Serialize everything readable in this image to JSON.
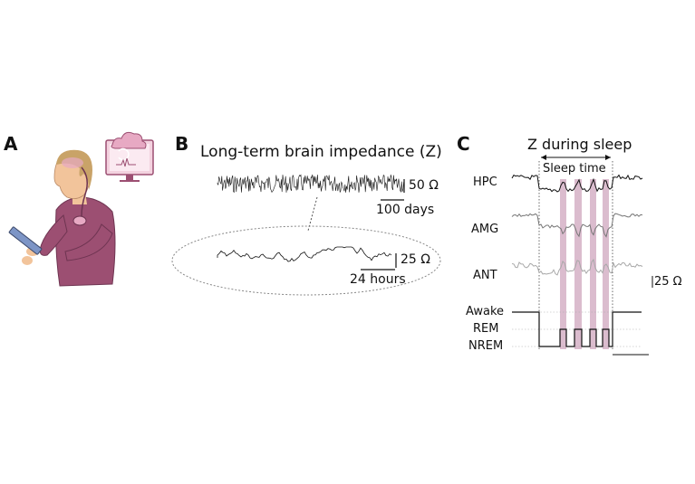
{
  "panels": {
    "a": {
      "letter": "A"
    },
    "b": {
      "letter": "B",
      "title": "Long-term brain impedance (Z)",
      "scale_ohm_long": "50 Ω",
      "scale_time_long": "100 days",
      "scale_ohm_short": "25 Ω",
      "scale_time_short": "24 hours"
    },
    "c": {
      "letter": "C",
      "title": "Z during sleep",
      "sleep_time_label": "Sleep time",
      "channels": [
        "HPC",
        "AMG",
        "ANT"
      ],
      "stages": [
        "Awake",
        "REM",
        "NREM"
      ],
      "scale_ohm": "25 Ω"
    }
  },
  "colors": {
    "skin": "#f2c49b",
    "shirt": "#9c4f72",
    "hair": "#c9a368",
    "monitor": "#e7a9c3",
    "rem_band": "#cfa6be",
    "trace_dark": "#111111",
    "trace_mid": "#777777",
    "trace_light": "#a8a8a8"
  }
}
